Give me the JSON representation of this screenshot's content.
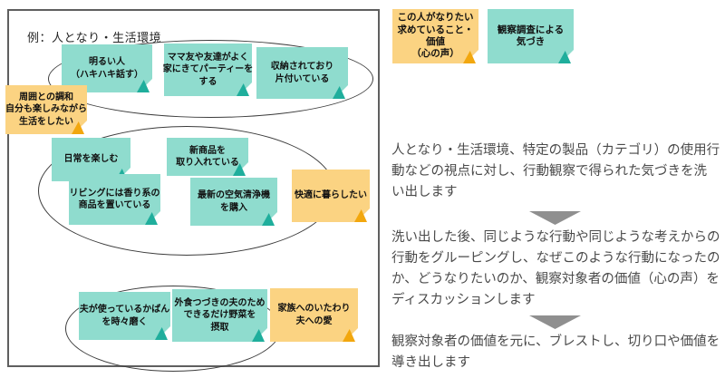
{
  "board": {
    "title": "例：人となり・生活環境",
    "notes": [
      {
        "id": "n1",
        "type": "finding",
        "text": "明るい人\n（ハキハキ話す）"
      },
      {
        "id": "n2",
        "type": "finding",
        "text": "ママ友や友達がよく\n家にきてパーティーを\nする"
      },
      {
        "id": "n3",
        "type": "finding",
        "text": "収納されており\n片付いている"
      },
      {
        "id": "n4",
        "type": "finding",
        "text": "日常を楽しむ"
      },
      {
        "id": "n5",
        "type": "finding",
        "text": "新商品を\n取り入れている"
      },
      {
        "id": "n6",
        "type": "finding",
        "text": "リビングには香り系の\n商品を置いている"
      },
      {
        "id": "n7",
        "type": "finding",
        "text": "最新の空気清浄機\nを購入"
      },
      {
        "id": "n8",
        "type": "finding",
        "text": "夫が使っているかばん\nを時々磨く"
      },
      {
        "id": "n9",
        "type": "finding",
        "text": "外食つづきの夫のため\nできるだけ野菜を\n摂取"
      },
      {
        "id": "o1",
        "type": "value",
        "text": "周囲との調和\n自分も楽しみながら\n生活をしたい"
      },
      {
        "id": "o2",
        "type": "value",
        "text": "快適に暮らしたい"
      },
      {
        "id": "o3",
        "type": "value",
        "text": "家族へのいたわり\n夫への愛"
      }
    ]
  },
  "legend": {
    "value_note": "この人がなりたい\n求めていること・\n価値\n（心の声）",
    "finding_note": "観察調査による\n気づき"
  },
  "process": {
    "steps": [
      "人となり・生活環境、特定の製品（カテゴリ）の使用行\n動などの視点に対し、行動観察で得られた気づきを洗\nい出します",
      "洗い出した後、同じような行動や同じような考えからの\n行動をグルーピングし、なぜこのような行動になったの\nか、どうなりたいのか、観察対象者の価値（心の声）を\nディスカッションします",
      "観察対象者の価値を元に、ブレストし、切り口や価値を\n導き出します"
    ]
  },
  "colors": {
    "finding_note_bg": "#8FDCCE",
    "finding_note_fold": "#1FAE9C",
    "value_note_bg": "#FBD382",
    "value_note_fold": "#F2A70E",
    "arrow": "#8F8F8F",
    "panel_border": "#5F5F5F",
    "ellipse_stroke": "#3C3C3C",
    "body_text": "#4A4A4A"
  }
}
